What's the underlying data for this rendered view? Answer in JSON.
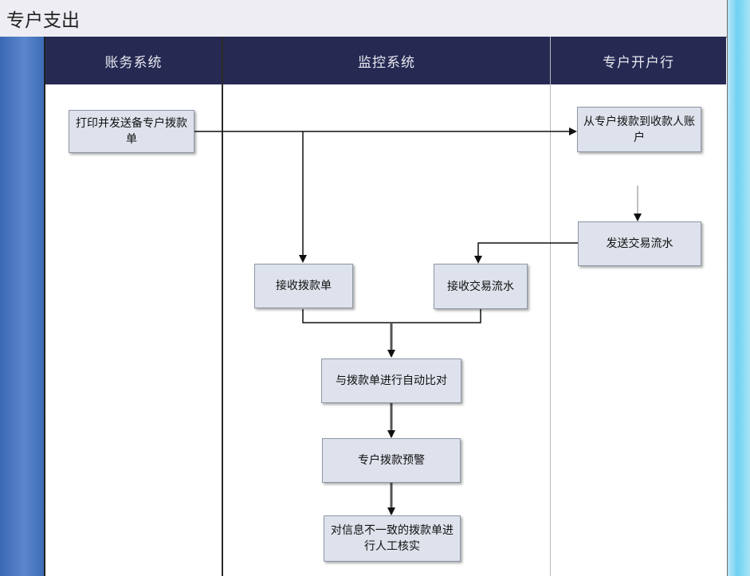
{
  "title": "专户支出",
  "lanes": [
    "账务系统",
    "监控系统",
    "专户开户行"
  ],
  "nodes": {
    "print_send": "打印并发送备专户拨款单",
    "transfer": "从专户拨款到收款人账户",
    "send_flow": "发送交易流水",
    "recv_slip": "接收拨款单",
    "recv_flow": "接收交易流水",
    "compare": "与拨款单进行自动比对",
    "alert": "专户拨款预警",
    "manual": "对信息不一致的拨款单进行人工核实"
  },
  "colors": {
    "lane_header": "#262a53",
    "box_fill": "#dde2ec",
    "side_strip": "#4f7cc4"
  }
}
